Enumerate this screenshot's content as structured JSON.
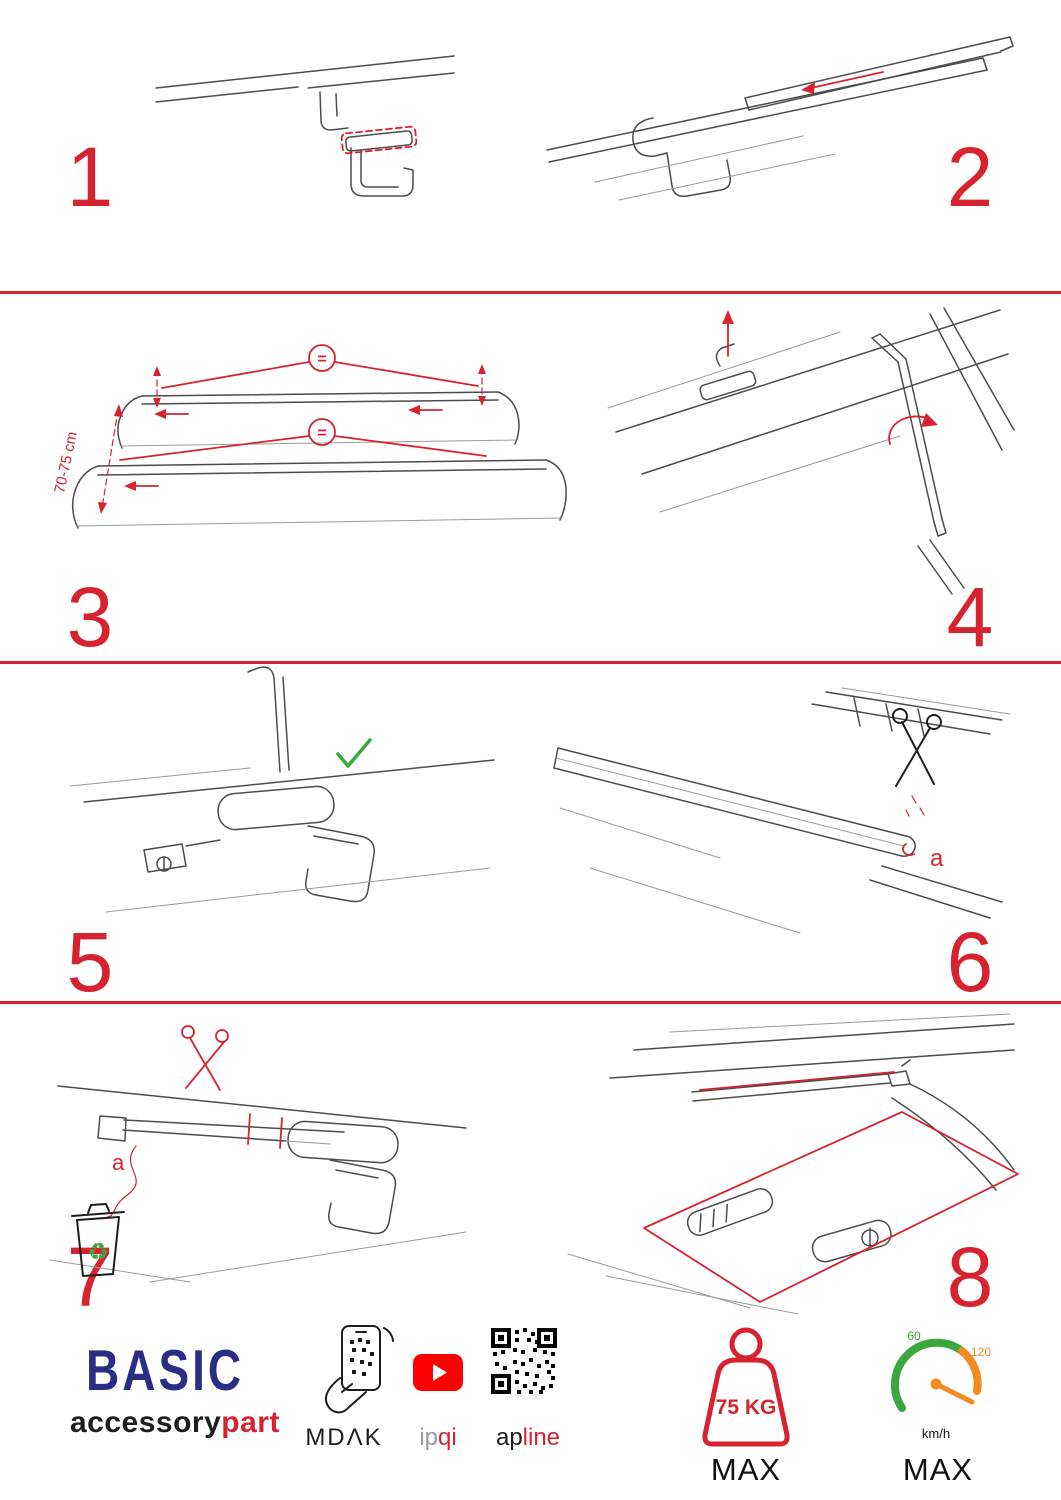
{
  "palette": {
    "accent_red": "#d6232f",
    "line_gray": "#4c4c4c",
    "brand_blue": "#2b2d85",
    "green": "#3aa83f",
    "orange": "#f28c1e",
    "black": "#1d1d1b",
    "gray": "#9b9b9b",
    "youtube_red": "#ff0000"
  },
  "steps": [
    {
      "number": "1"
    },
    {
      "number": "2"
    },
    {
      "number": "3",
      "measure": "70-75 cm",
      "equals": "="
    },
    {
      "number": "4"
    },
    {
      "number": "5"
    },
    {
      "number": "6",
      "label_a": "a"
    },
    {
      "number": "7",
      "label_a": "a"
    },
    {
      "number": "8"
    }
  ],
  "icons": {
    "recycle_glyph": "♻"
  },
  "footer": {
    "brand": "BASIC",
    "brand_color": "#2b2d85",
    "wordmark": [
      {
        "text": "accessory",
        "color": "#1d1d1b"
      },
      {
        "text": "part",
        "color": "#d6232f"
      }
    ],
    "logo_mdak": "MDΛK",
    "logo_ipqi": [
      {
        "text": "ip",
        "color": "#9b9b9b"
      },
      {
        "text": "qi",
        "color": "#d6232f"
      }
    ],
    "logo_apline": [
      {
        "text": "ap",
        "color": "#1d1d1b"
      },
      {
        "text": "line",
        "color": "#d6232f"
      }
    ],
    "weight_limit": {
      "value": "75 KG",
      "max": "MAX"
    },
    "speed_limit": {
      "low": "60",
      "high": "120",
      "unit": "km/h",
      "max": "MAX"
    }
  }
}
